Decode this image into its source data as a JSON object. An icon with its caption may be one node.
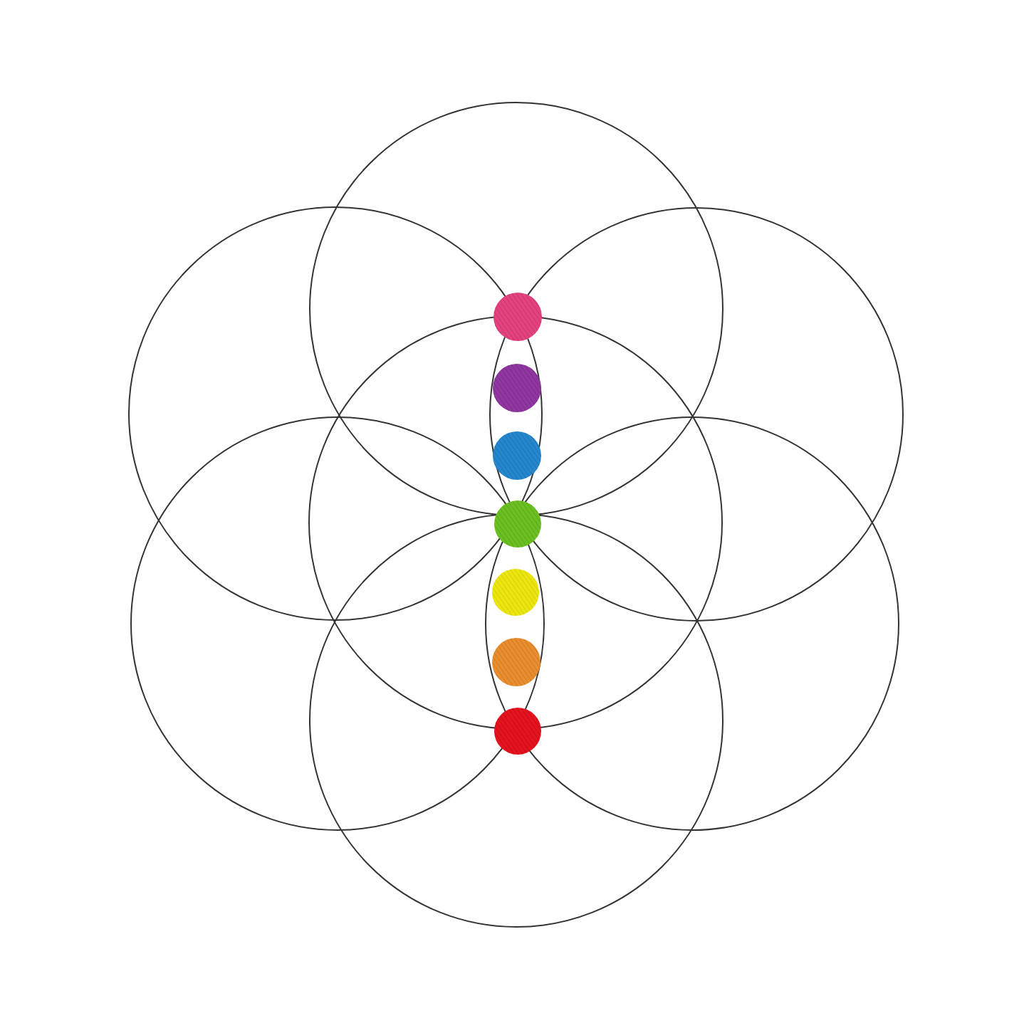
{
  "diagram": {
    "nodes": [
      {
        "text": [],
        "shape": "circle"
      },
      {
        "text": [],
        "shape": "circle"
      },
      {
        "text": [],
        "shape": "circle"
      },
      {
        "text": [],
        "shape": "circle"
      },
      {
        "text": [],
        "shape": "circle"
      },
      {
        "text": [],
        "shape": "circle"
      },
      {
        "text": [],
        "shape": "circle"
      },
      {
        "text": [],
        "shape": "circle"
      },
      {
        "text": [],
        "shape": "circle"
      },
      {
        "text": [],
        "shape": "circle"
      },
      {
        "text": [],
        "shape": "circle"
      },
      {
        "text": [],
        "shape": "circle"
      },
      {
        "text": [],
        "shape": "circle"
      },
      {
        "text": [],
        "shape": "circle"
      }
    ]
  }
}
